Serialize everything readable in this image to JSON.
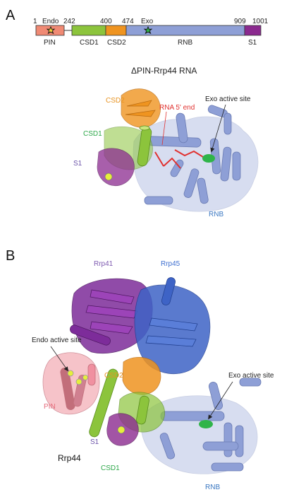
{
  "panel_a": {
    "label": "A",
    "numbers": {
      "n1": "1",
      "n242": "242",
      "n400": "400",
      "n474": "474",
      "n909": "909",
      "n1001": "1001"
    },
    "site_labels": {
      "endo": "Endo",
      "exo": "Exo"
    },
    "domains": [
      "PIN",
      "CSD1",
      "CSD2",
      "RNB",
      "S1"
    ],
    "structure_title": "ΔPIN-Rrp44 RNA",
    "labels": {
      "csd2": "CSD2",
      "rna5": "RNA 5' end",
      "exo_site": "Exo active site",
      "csd1": "CSD1",
      "s1": "S1",
      "rnb": "RNB"
    }
  },
  "panel_b": {
    "label": "B",
    "labels": {
      "rrp41": "Rrp41",
      "rrp45": "Rrp45",
      "endo_site": "Endo active site",
      "csd2": "CSD2",
      "exo_site": "Exo active site",
      "pin": "PIN",
      "s1": "S1",
      "rrp44": "Rrp44",
      "csd1": "CSD1",
      "rnb": "RNB"
    }
  },
  "colors": {
    "pin": "#f08a74",
    "csd1": "#8cc43c",
    "csd2": "#ef9420",
    "rnb": "#8e9fd6",
    "s1": "#8b2a8f",
    "rna": "#e0312f",
    "active_site": "#2fb449",
    "rrp41": "#7d2c9a",
    "rrp45": "#3e63c6",
    "label_csd2": "#e89320",
    "label_rna": "#e0312f",
    "label_csd1": "#2ea84a",
    "label_s1": "#6a52a8",
    "label_rnb": "#3b78c2",
    "label_pin": "#e56a7a",
    "label_rrp41": "#7e5ab0",
    "label_rrp45": "#3e6fd0"
  }
}
